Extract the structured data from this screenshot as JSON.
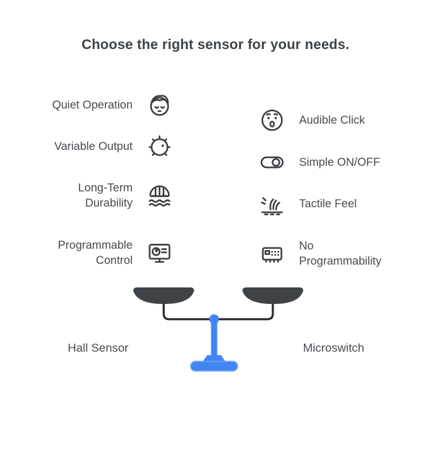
{
  "title": "Choose the right sensor for your needs.",
  "left_column": {
    "label": "Hall Sensor",
    "items": [
      {
        "text": "Quiet Operation",
        "icon": "calm-face-icon"
      },
      {
        "text": "Variable Output",
        "icon": "dial-icon"
      },
      {
        "text": "Long-Term Durability",
        "icon": "canopy-waves-icon"
      },
      {
        "text": "Programmable Control",
        "icon": "monitor-chart-icon"
      }
    ]
  },
  "right_column": {
    "label": "Microswitch",
    "items": [
      {
        "text": "Audible Click",
        "icon": "surprised-face-icon"
      },
      {
        "text": "Simple ON/OFF",
        "icon": "toggle-switch-icon"
      },
      {
        "text": "Tactile Feel",
        "icon": "tapping-hand-icon"
      },
      {
        "text": "No Programmability",
        "icon": "circuit-board-icon"
      }
    ]
  },
  "colors": {
    "accent_blue": "#4285f4",
    "pan_dark": "#3f4347",
    "text_gray": "#45494e",
    "title_gray": "#3e4347"
  }
}
